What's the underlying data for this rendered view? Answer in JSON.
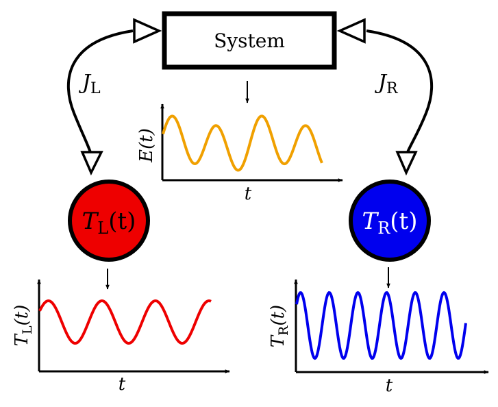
{
  "system": {
    "label": "System"
  },
  "currents": {
    "left": {
      "symbol": "J",
      "subscript": "L"
    },
    "right": {
      "symbol": "J",
      "subscript": "R"
    }
  },
  "reservoirs": {
    "left": {
      "symbol": "T",
      "subscript": "L",
      "arg": "(t)",
      "color": "#ee0000"
    },
    "right": {
      "symbol": "T",
      "subscript": "R",
      "arg": "(t)",
      "color": "#0000ee"
    }
  },
  "plots": {
    "energy": {
      "ylabel": "E(t)",
      "xlabel": "t",
      "color": "#f0a000"
    },
    "left": {
      "ylabel_symbol": "T",
      "ylabel_sub": "L",
      "ylabel_arg": "(t)",
      "xlabel": "t",
      "color": "#ee0000"
    },
    "right": {
      "ylabel_symbol": "T",
      "ylabel_sub": "R",
      "ylabel_arg": "(t)",
      "xlabel": "t",
      "color": "#0000ee"
    }
  }
}
